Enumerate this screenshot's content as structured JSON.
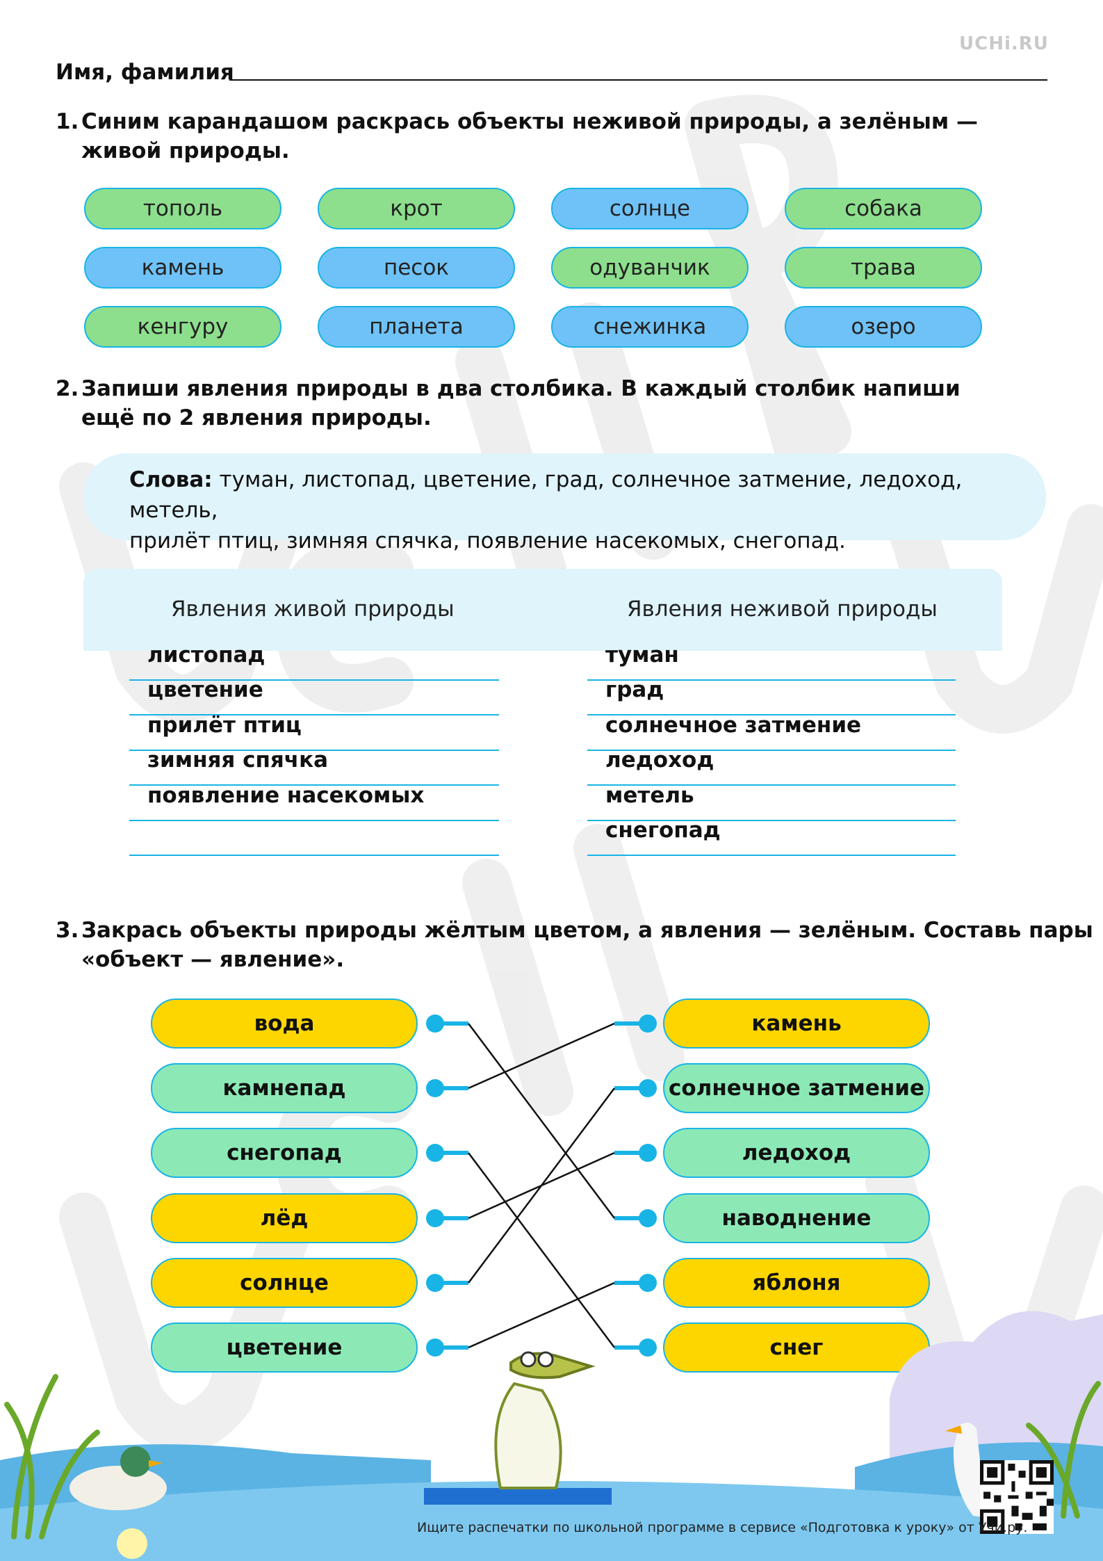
{
  "brand": "UCHi.RU",
  "name_label": "Имя, фамилия",
  "task1": {
    "num": "1.",
    "text_line1": "Синим карандашом раскрась объекты неживой природы, а зелёным  —",
    "text_line2": "живой природы.",
    "items": [
      {
        "label": "тополь",
        "color": "green"
      },
      {
        "label": "крот",
        "color": "green"
      },
      {
        "label": "солнце",
        "color": "blue"
      },
      {
        "label": "собака",
        "color": "green"
      },
      {
        "label": "камень",
        "color": "blue"
      },
      {
        "label": "песок",
        "color": "blue"
      },
      {
        "label": "одуванчик",
        "color": "green"
      },
      {
        "label": "трава",
        "color": "green"
      },
      {
        "label": "кенгуру",
        "color": "green"
      },
      {
        "label": "планета",
        "color": "blue"
      },
      {
        "label": "снежинка",
        "color": "blue"
      },
      {
        "label": "озеро",
        "color": "blue"
      }
    ]
  },
  "task2": {
    "num": "2.",
    "text_line1": "Запиши явления природы в два столбика. В каждый столбик напиши",
    "text_line2": "ещё по 2 явления природы.",
    "words_label": "Слова:",
    "words_line1": "туман, листопад, цветение, град, солнечное затмение, ледоход, метель,",
    "words_line2": "прилёт птиц, зимняя спячка, появление насекомых, снегопад.",
    "col_living": "Явления живой природы",
    "col_nonliving": "Явления неживой природы",
    "living": [
      "листопад",
      "цветение",
      "прилёт птиц",
      "зимняя спячка",
      "появление насекомых",
      ""
    ],
    "nonliving": [
      "туман",
      "град",
      "солнечное затмение",
      "ледоход",
      "метель",
      "снегопад"
    ]
  },
  "task3": {
    "num": "3.",
    "text_line1": "Закрась объекты природы жёлтым цветом, а явления — зелёным. Составь пары",
    "text_line2": "«объект — явление».",
    "left": [
      {
        "label": "вода",
        "color": "yellow"
      },
      {
        "label": "камнепад",
        "color": "green"
      },
      {
        "label": "снегопад",
        "color": "green"
      },
      {
        "label": "лёд",
        "color": "yellow"
      },
      {
        "label": "солнце",
        "color": "yellow"
      },
      {
        "label": "цветение",
        "color": "green"
      }
    ],
    "right": [
      {
        "label": "камень",
        "color": "yellow"
      },
      {
        "label": "солнечное затмение",
        "color": "green"
      },
      {
        "label": "ледоход",
        "color": "green"
      },
      {
        "label": "наводнение",
        "color": "green"
      },
      {
        "label": "яблоня",
        "color": "yellow"
      },
      {
        "label": "снег",
        "color": "yellow"
      }
    ],
    "connections": [
      [
        0,
        3
      ],
      [
        1,
        0
      ],
      [
        2,
        5
      ],
      [
        3,
        2
      ],
      [
        4,
        1
      ],
      [
        5,
        4
      ]
    ]
  },
  "footer": "Ищите распечатки по школьной программе в сервисе «Подготовка к уроку» от Учи.ру.",
  "colors": {
    "accent": "#18b4e6",
    "green_pill": "#8ddf8d",
    "blue_pill": "#6fc2f7",
    "yellow": "#fdd600",
    "mint": "#8ce9b6"
  }
}
